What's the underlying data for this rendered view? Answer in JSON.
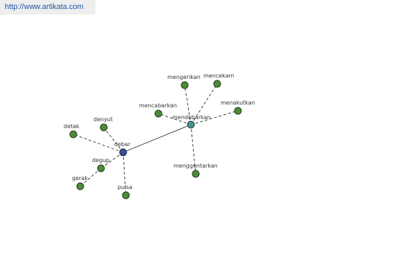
{
  "header": {
    "url": "http://www.artikata.com"
  },
  "graph": {
    "nodes": [
      {
        "id": "debar",
        "label": "debar",
        "role": "hub"
      },
      {
        "id": "mendebarkan",
        "label": "mendebarkan",
        "role": "hub2"
      },
      {
        "id": "detak",
        "label": "detak",
        "role": "leaf"
      },
      {
        "id": "denyut",
        "label": "denyut",
        "role": "leaf"
      },
      {
        "id": "degup",
        "label": "degup",
        "role": "leaf"
      },
      {
        "id": "gerak",
        "label": "gerak",
        "role": "leaf"
      },
      {
        "id": "pulsa",
        "label": "pulsa",
        "role": "leaf"
      },
      {
        "id": "mengerikan",
        "label": "mengerikan",
        "role": "leaf"
      },
      {
        "id": "mencekam",
        "label": "mencekam",
        "role": "leaf"
      },
      {
        "id": "mencabarkan",
        "label": "mencabarkan",
        "role": "leaf"
      },
      {
        "id": "menakutkan",
        "label": "menakutkan",
        "role": "leaf"
      },
      {
        "id": "menggentarkan",
        "label": "menggentarkan",
        "role": "leaf"
      }
    ],
    "edges": [
      {
        "from": "debar",
        "to": "mendebarkan",
        "style": "solid"
      },
      {
        "from": "debar",
        "to": "detak",
        "style": "dashed"
      },
      {
        "from": "debar",
        "to": "denyut",
        "style": "dashed"
      },
      {
        "from": "debar",
        "to": "degup",
        "style": "dashed"
      },
      {
        "from": "debar",
        "to": "pulsa",
        "style": "dashed"
      },
      {
        "from": "degup",
        "to": "gerak",
        "style": "dashed"
      },
      {
        "from": "mendebarkan",
        "to": "mengerikan",
        "style": "dashed"
      },
      {
        "from": "mendebarkan",
        "to": "mencekam",
        "style": "dashed"
      },
      {
        "from": "mendebarkan",
        "to": "mencabarkan",
        "style": "dashed"
      },
      {
        "from": "mendebarkan",
        "to": "menakutkan",
        "style": "dashed"
      },
      {
        "from": "mendebarkan",
        "to": "menggentarkan",
        "style": "dashed"
      }
    ]
  }
}
